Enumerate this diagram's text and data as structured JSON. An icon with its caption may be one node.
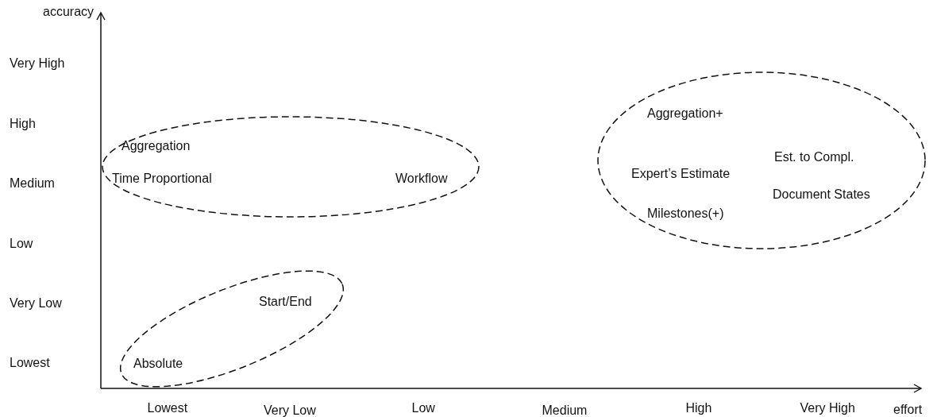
{
  "diagram": {
    "nodes": [
      {
        "text": [
          "Aggregation",
          "Time Proportional",
          "Workflow"
        ]
      },
      {
        "text": [
          "Aggregation+",
          "Expert’s Estimate",
          "Est. to Compl.",
          "Document States",
          "Milestones(+)"
        ]
      },
      {
        "text": [
          "Start/End",
          "Absolute"
        ]
      }
    ],
    "edges": [],
    "labels": [
      "accuracy",
      "Very High",
      "High",
      "Medium",
      "Low",
      "Very Low",
      "Lowest",
      "Lowest",
      "Very Low",
      "Low",
      "Medium",
      "High",
      "Very High",
      "effort"
    ]
  }
}
